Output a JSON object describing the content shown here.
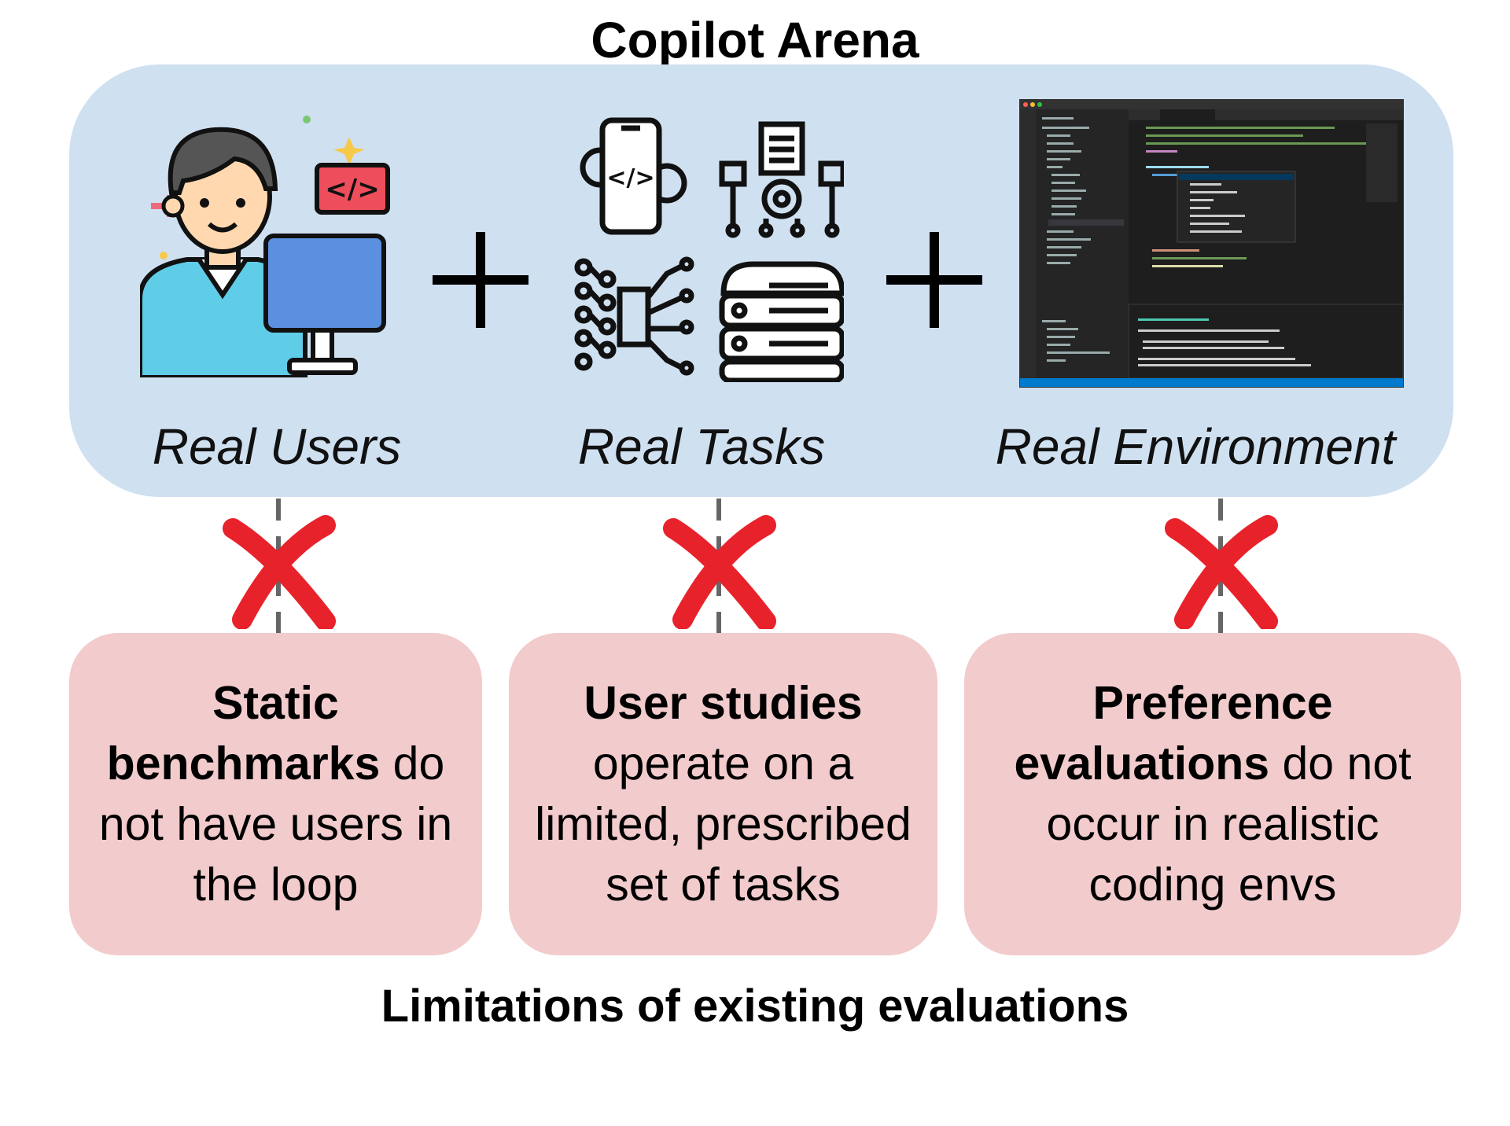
{
  "title": "Copilot Arena",
  "pillars": [
    {
      "label": "Real Users",
      "icon": "developer-at-computer-icon"
    },
    {
      "label": "Real Tasks",
      "icon": "coding-tasks-icon"
    },
    {
      "label": "Real Environment",
      "icon": "code-editor-screenshot"
    }
  ],
  "limitations": [
    {
      "bold": "Static benchmarks",
      "rest": " do not have users in the loop"
    },
    {
      "bold": "User studies",
      "rest": " operate on a limited, prescribed set of tasks"
    },
    {
      "bold": "Preference evaluations",
      "rest": " do not occur in realistic coding envs"
    }
  ],
  "footer": "Limitations of existing evaluations",
  "colors": {
    "panel": "#cfe0f1",
    "limitation_box": "#f2cbcc",
    "cross": "#e8222b"
  }
}
